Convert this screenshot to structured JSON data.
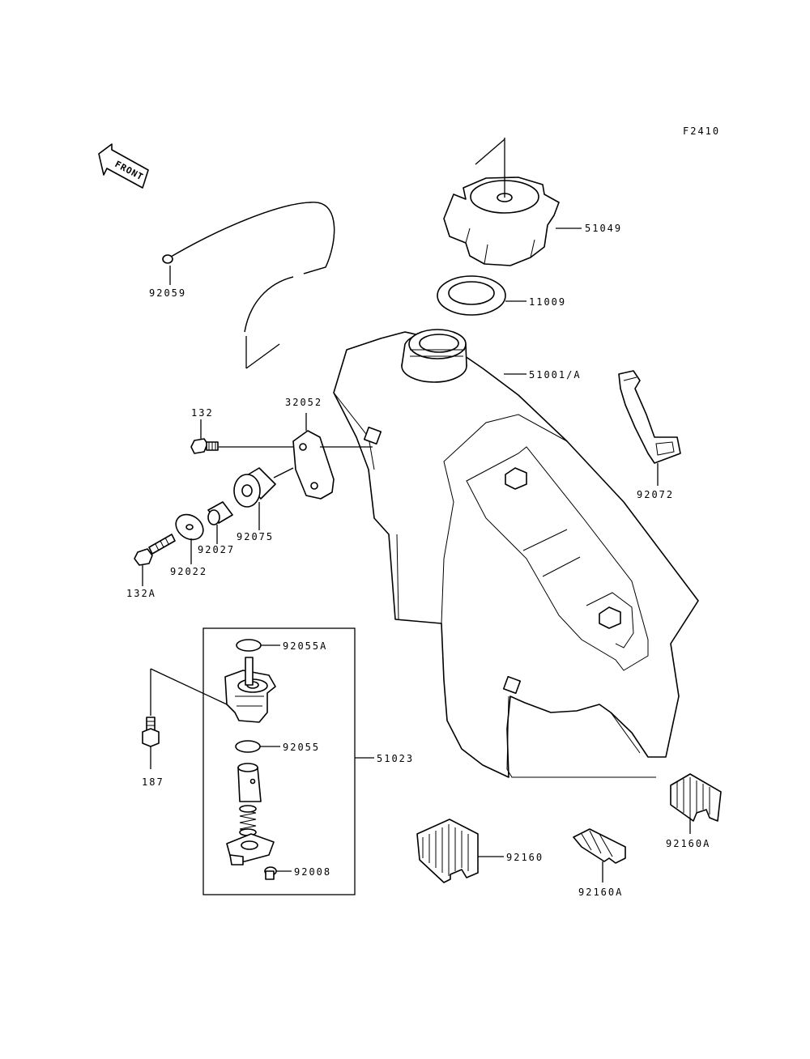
{
  "figure_code": "F2410",
  "front_label": "FRONT",
  "callouts": {
    "p51049": "51049",
    "p11009": "11009",
    "p51001": "51001/A",
    "p92059": "92059",
    "p32052": "32052",
    "p132": "132",
    "p132a": "132A",
    "p92075": "92075",
    "p92027": "92027",
    "p92022": "92022",
    "p92072": "92072",
    "p92055a": "92055A",
    "p92055": "92055",
    "p51023": "51023",
    "p187": "187",
    "p92008": "92008",
    "p92160": "92160",
    "p92160a_right": "92160A",
    "p92160a_mid": "92160A"
  }
}
